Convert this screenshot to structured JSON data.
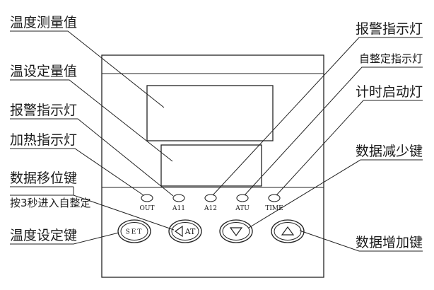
{
  "callouts": {
    "temp_measured": "温度测量值",
    "temp_setpoint": "温设定量值",
    "alarm_left": "报警指示灯",
    "heating": "加热指示灯",
    "shift_key": "数据移位键",
    "shift_note": "按3秒进入自整定",
    "set_key": "温度设定键",
    "alarm_right": "报警指示灯",
    "autotune": "自整定指示灯",
    "timer": "计时启动灯",
    "decrease": "数据减少键",
    "increase": "数据增加键"
  },
  "indicators": [
    "OUT",
    "A11",
    "A12",
    "ATU",
    "TIME"
  ],
  "keys": {
    "set": "SET",
    "at": "AT"
  }
}
